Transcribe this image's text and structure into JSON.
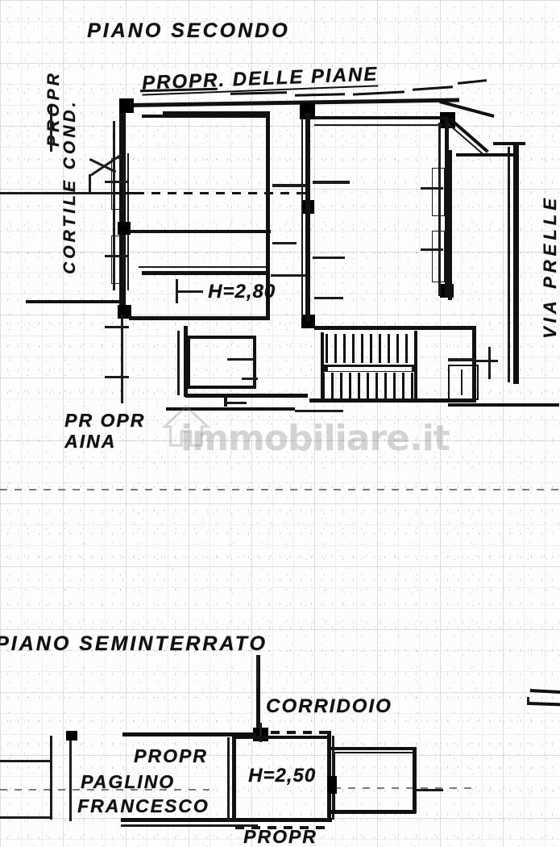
{
  "document": {
    "kind": "scanned-architectural-floor-plan",
    "language": "it"
  },
  "upper_plan": {
    "title": "PIANO  SECONDO",
    "subtitle": "PROPR. DELLE PIANE",
    "left_label_top": "PROPR",
    "left_label_bottom": "CORTILE COND.",
    "right_label": "VIA PRELLE",
    "height_note": "H=2,80",
    "bottom_label_line1": "PR OPR",
    "bottom_label_line2": "AINA"
  },
  "lower_plan": {
    "title": "PIANO  SEMINTERRATO",
    "corridor_label": "CORRIDOIO",
    "height_note": "H=2,50",
    "owner_line1": "PROPR",
    "owner_line2": "PAGLINO",
    "owner_line3": "FRANCESCO",
    "owner_line4": "PROPR"
  },
  "watermark": {
    "text": "immobiliare.it"
  },
  "colors": {
    "ink": "#111111",
    "paper": "#fdfdfc",
    "grid": "#282a2d",
    "watermark": "#787a7d"
  }
}
